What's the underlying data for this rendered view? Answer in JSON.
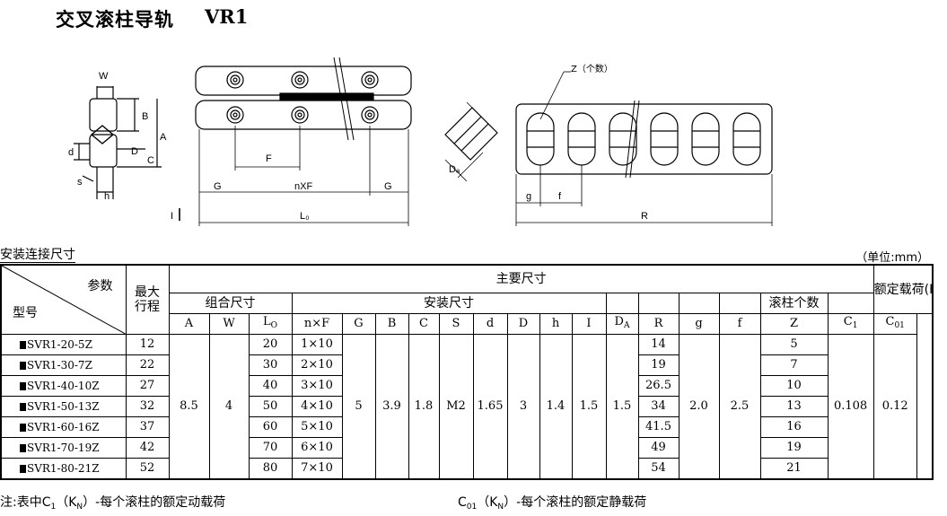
{
  "header": {
    "title": "交叉滚柱导轨",
    "model": "VR1"
  },
  "drawing": {
    "dim_W": "W",
    "dim_B": "B",
    "dim_A": "A",
    "dim_C": "C",
    "dim_D": "D",
    "dim_d": "d",
    "dim_s": "s",
    "dim_h": "h",
    "dim_F": "F",
    "dim_G_left": "G",
    "dim_nXF": "nXF",
    "dim_G_right": "G",
    "dim_L0": "L₀",
    "dim_I": "I",
    "dim_Da": "Dₐ",
    "dim_Z": "Z（个数）",
    "dim_g": "g",
    "dim_f": "f",
    "dim_R": "R"
  },
  "section": {
    "label": "安装连接尺寸",
    "unit": "（单位:mm）"
  },
  "table": {
    "corner_model": "型号",
    "corner_param": "参数",
    "stroke_header": "最大行程",
    "main_dims": "主要尺寸",
    "combo_dims": "组合尺寸",
    "install_dims": "安装尺寸",
    "roller_count": "滚柱个数",
    "rated_load": "额定载荷(Kn)",
    "cols": {
      "A": "A",
      "W": "W",
      "L": "L",
      "L_sub": "O",
      "nF": "n×F",
      "G": "G",
      "B": "B",
      "C": "C",
      "S": "S",
      "d": "d",
      "D": "D",
      "h": "h",
      "I": "I",
      "DA": "D",
      "DA_sub": "A",
      "R": "R",
      "g": "g",
      "f": "f",
      "Z": "Z",
      "C1": "C",
      "C1_sub": "1",
      "C01": "C",
      "C01_sub": "01"
    },
    "shared": {
      "A": "8.5",
      "W": "4",
      "G": "5",
      "B": "3.9",
      "C": "1.8",
      "S": "M2",
      "d": "1.65",
      "D": "3",
      "h": "1.4",
      "I": "1.5",
      "DA": "1.5",
      "g": "2.0",
      "f": "2.5",
      "C1": "0.108",
      "C01": "0.12"
    },
    "rows": [
      {
        "model": "SVR1-20-5Z",
        "stroke": "12",
        "L0": "20",
        "nF": "1×10",
        "R": "14",
        "Z": "5"
      },
      {
        "model": "SVR1-30-7Z",
        "stroke": "22",
        "L0": "30",
        "nF": "2×10",
        "R": "19",
        "Z": "7"
      },
      {
        "model": "SVR1-40-10Z",
        "stroke": "27",
        "L0": "40",
        "nF": "3×10",
        "R": "26.5",
        "Z": "10"
      },
      {
        "model": "SVR1-50-13Z",
        "stroke": "32",
        "L0": "50",
        "nF": "4×10",
        "R": "34",
        "Z": "13"
      },
      {
        "model": "SVR1-60-16Z",
        "stroke": "37",
        "L0": "60",
        "nF": "5×10",
        "R": "41.5",
        "Z": "16"
      },
      {
        "model": "SVR1-70-19Z",
        "stroke": "42",
        "L0": "70",
        "nF": "6×10",
        "R": "49",
        "Z": "19"
      },
      {
        "model": "SVR1-80-21Z",
        "stroke": "52",
        "L0": "80",
        "nF": "7×10",
        "R": "54",
        "Z": "21"
      }
    ]
  },
  "notes": {
    "left_prefix": "注:表中C",
    "left_sub1": "1",
    "left_mid": "（K",
    "left_sub2": "N",
    "left_suffix": "）-每个滚柱的额定动载荷",
    "right_prefix": "C",
    "right_sub1": "01",
    "right_mid": "（K",
    "right_sub2": "N",
    "right_suffix": "）-每个滚柱的额定静载荷"
  }
}
